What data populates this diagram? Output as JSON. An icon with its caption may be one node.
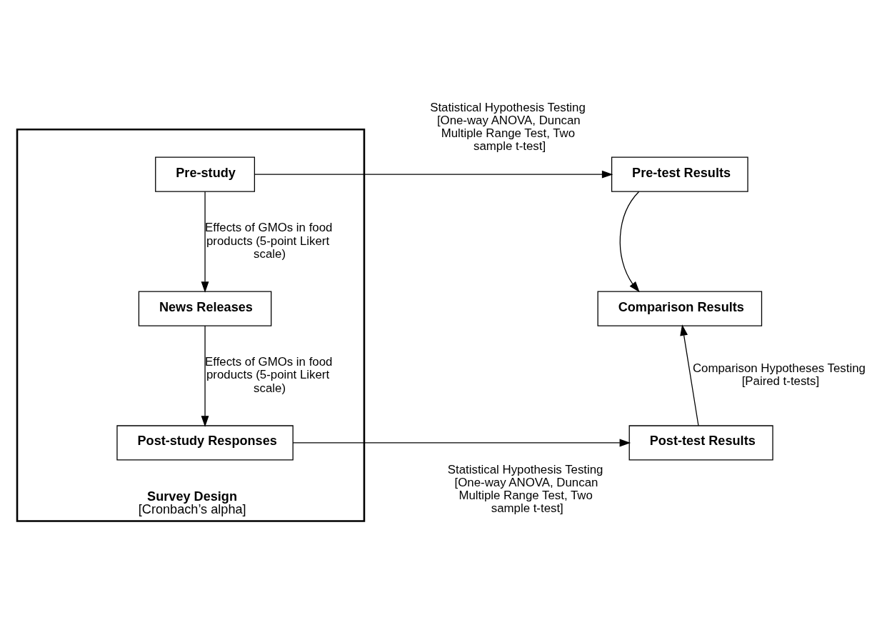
{
  "diagram": {
    "nodes": [
      {
        "text": [
          "Survey Design",
          "[Cronbach’s alpha]"
        ]
      },
      {
        "text": [
          "Pre-study"
        ],
        "in": 0
      },
      {
        "text": [
          "News Releases"
        ],
        "in": 0
      },
      {
        "text": [
          "Post-study Responses"
        ],
        "in": 0
      },
      {
        "text": [
          "Pre-test Results"
        ]
      },
      {
        "text": [
          "Comparison Results"
        ]
      },
      {
        "text": [
          "Post-test Results"
        ]
      }
    ],
    "edges": [
      {
        "from": 1,
        "to": 2,
        "arrow": "to",
        "label": "Effects of GMOs in food products (5-point Likert scale)"
      },
      {
        "from": 2,
        "to": 3,
        "arrow": "to",
        "label": "Effects of GMOs in food products (5-point Likert scale)"
      },
      {
        "from": 1,
        "to": 4,
        "arrow": "to",
        "label": "Statistical Hypothesis Testing [One-way ANOVA, Duncan Multiple Range Test, Two sample t-test]"
      },
      {
        "from": 3,
        "to": 6,
        "arrow": "to",
        "label": "Statistical Hypothesis Testing [One-way ANOVA, Duncan Multiple Range Test, Two sample t-test]"
      },
      {
        "from": 4,
        "to": 5,
        "arrow": "to"
      },
      {
        "from": 6,
        "to": 5,
        "arrow": "to",
        "label": "Comparison Hypotheses Testing [Paired t-tests]"
      }
    ]
  }
}
